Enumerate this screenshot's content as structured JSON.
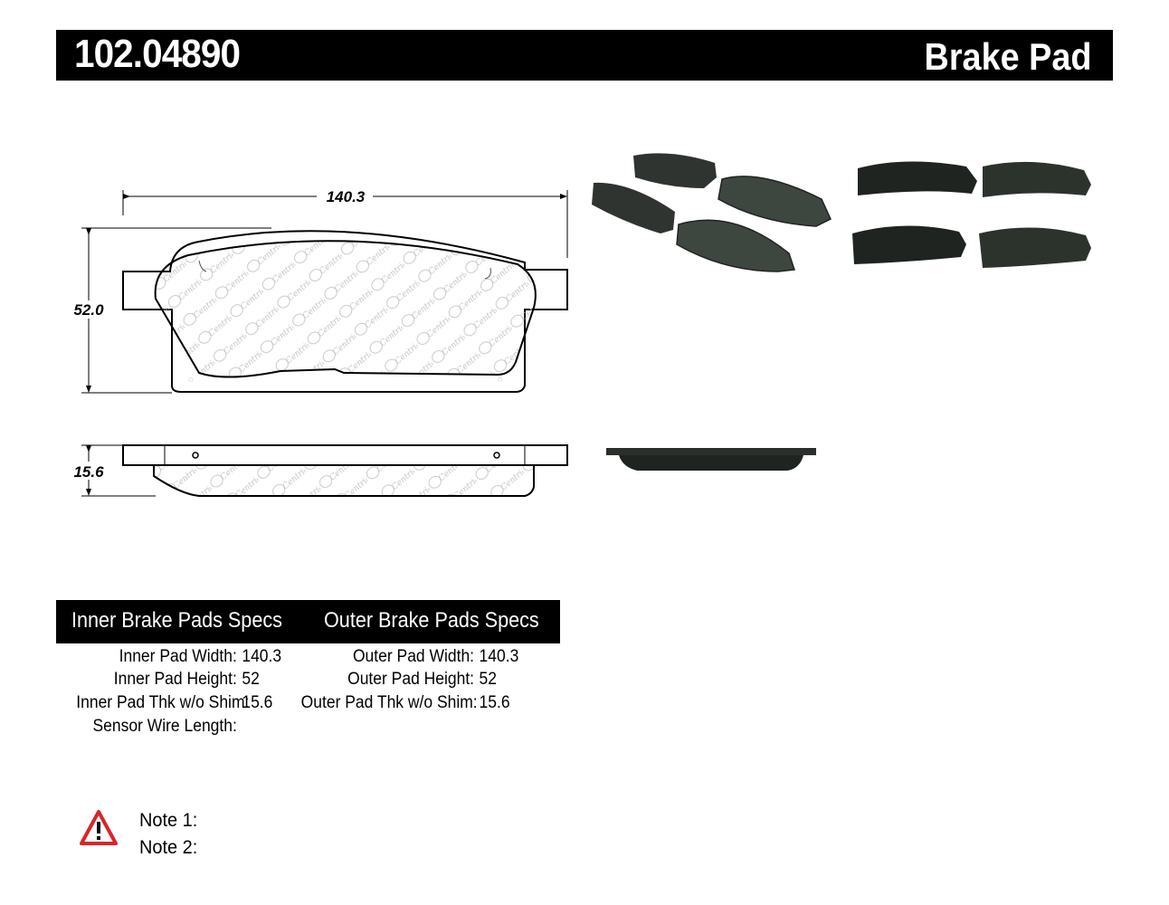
{
  "header": {
    "part_number": "102.04890",
    "product_type": "Brake Pad"
  },
  "drawing": {
    "width_label": "140.3",
    "height_label": "52.0",
    "thickness_label": "15.6",
    "watermark": "Centric"
  },
  "specs": {
    "inner_title": "Inner Brake Pads Specs",
    "outer_title": "Outer Brake Pads Specs",
    "inner": [
      {
        "label": "Inner Pad Width:",
        "value": "140.3"
      },
      {
        "label": "Inner Pad Height:",
        "value": "52"
      },
      {
        "label": "Inner Pad Thk w/o Shim:",
        "value": "15.6"
      },
      {
        "label": "Sensor Wire Length:",
        "value": ""
      }
    ],
    "outer": [
      {
        "label": "Outer Pad Width:",
        "value": "140.3"
      },
      {
        "label": "Outer Pad Height:",
        "value": "52"
      },
      {
        "label": "Outer Pad Thk w/o Shim:",
        "value": "15.6"
      }
    ]
  },
  "notes": {
    "icon": "warning-icon",
    "note1": "Note 1:",
    "note2": "Note 2:"
  },
  "colors": {
    "header_bg": "#000000",
    "pad_dark": "#2f3430",
    "pad_face": "#3e4640",
    "warning_red": "#d8262b"
  }
}
